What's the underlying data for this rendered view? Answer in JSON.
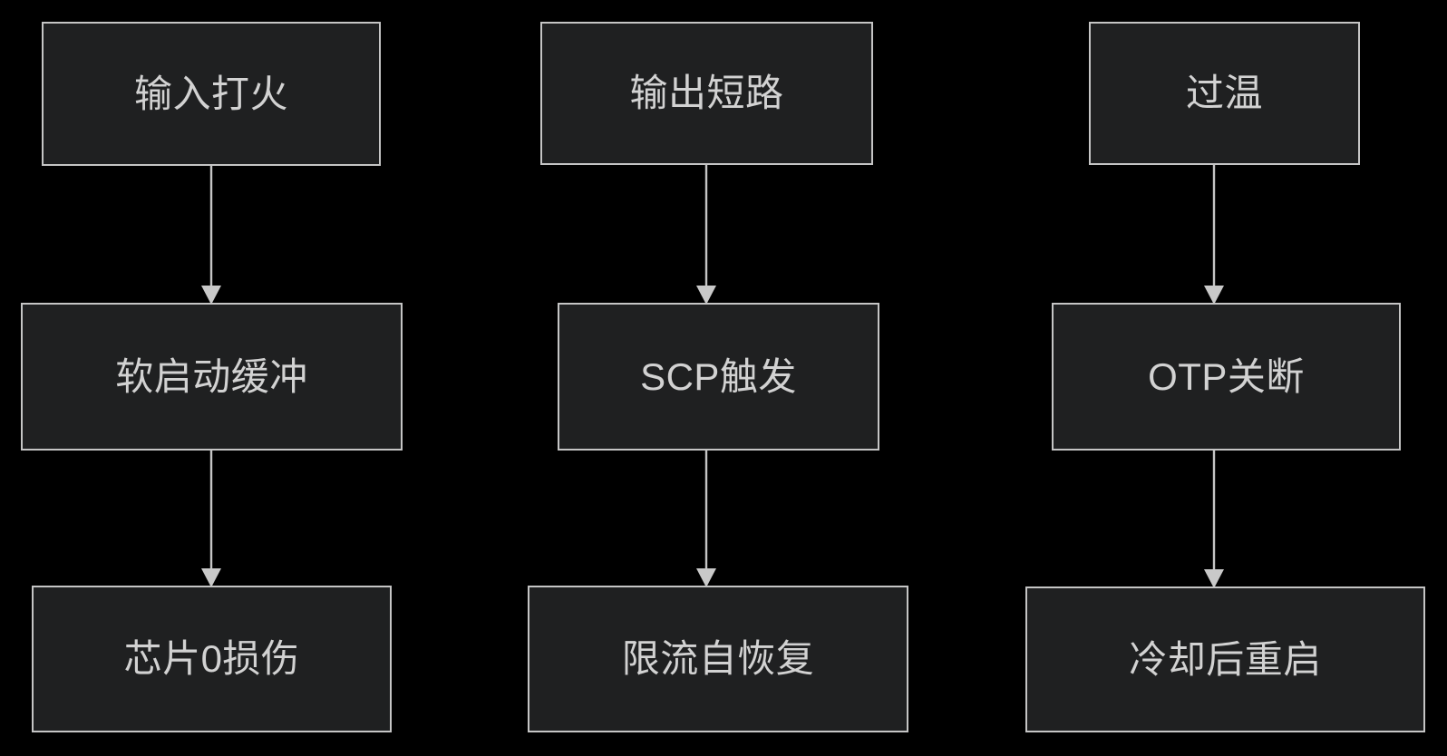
{
  "diagram": {
    "type": "flowchart",
    "orientation": "top-to-bottom",
    "background_color": "#000000",
    "node_fill_color": "#1f2021",
    "node_border_color": "#c5c5c5",
    "node_text_color": "#d2d2d2",
    "edge_color": "#c5c5c5",
    "columns": [
      {
        "id": "col1",
        "nodes": [
          {
            "id": "r1c1",
            "label": "输入打火"
          },
          {
            "id": "r2c1",
            "label": "软启动缓冲"
          },
          {
            "id": "r3c1",
            "label": "芯片0损伤"
          }
        ]
      },
      {
        "id": "col2",
        "nodes": [
          {
            "id": "r1c2",
            "label": "输出短路"
          },
          {
            "id": "r2c2",
            "label": "SCP触发"
          },
          {
            "id": "r3c2",
            "label": "限流自恢复"
          }
        ]
      },
      {
        "id": "col3",
        "nodes": [
          {
            "id": "r1c3",
            "label": "过温"
          },
          {
            "id": "r2c3",
            "label": "OTP关断"
          },
          {
            "id": "r3c3",
            "label": "冷却后重启"
          }
        ]
      }
    ],
    "edges": [
      {
        "id": "c1-a",
        "from": "r1c1",
        "to": "r2c1",
        "arrow": "down-arrow-icon"
      },
      {
        "id": "c1-b",
        "from": "r2c1",
        "to": "r3c1",
        "arrow": "down-arrow-icon"
      },
      {
        "id": "c2-a",
        "from": "r1c2",
        "to": "r2c2",
        "arrow": "down-arrow-icon"
      },
      {
        "id": "c2-b",
        "from": "r2c2",
        "to": "r3c2",
        "arrow": "down-arrow-icon"
      },
      {
        "id": "c3-a",
        "from": "r1c3",
        "to": "r2c3",
        "arrow": "down-arrow-icon"
      },
      {
        "id": "c3-b",
        "from": "r2c3",
        "to": "r3c3",
        "arrow": "down-arrow-icon"
      }
    ]
  }
}
